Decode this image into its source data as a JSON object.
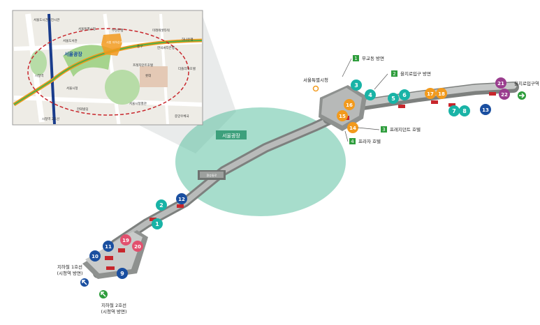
{
  "plaza": {
    "label": "서울광장"
  },
  "inset": {
    "plaza_label": "서울광장",
    "labels": {
      "library_pin": "서울도시건축전시관",
      "city_hall_pin": "서울특별시청",
      "bank_pin": "부산은행",
      "tower_pin": "미래에셋타워",
      "hana_pin": "하나은행",
      "library": "서울도서관",
      "station": "시청역",
      "exit_zone": "시청 지하상가",
      "president_hotel": "프레지던트호텔",
      "bank2": "한국씨티은행",
      "jongno": "중구",
      "lotte": "롯데",
      "plaza_hotel": "더플라자호텔",
      "seoul_tower": "서울시청",
      "hanwha": "한화빌딩",
      "post": "중앙우체국",
      "city_bottom": "서울시청별관",
      "bottom_station": "시청역 2호선"
    }
  },
  "stations": {
    "city_hall": "서울특별시청",
    "euljiro": "을지로입구역",
    "line1": "지하철 1호선\n(시청역 방면)",
    "line2": "지하철 2호선\n(시청역 방면)",
    "small_sign": "환승통로"
  },
  "callouts": [
    {
      "num": "1",
      "text": "무교동 방면"
    },
    {
      "num": "2",
      "text": "을지로입구 방면"
    },
    {
      "num": "3",
      "text": "프레지던트 호텔"
    },
    {
      "num": "4",
      "text": "프라자 호텔"
    }
  ],
  "exits": [
    {
      "n": "1",
      "color": "#19b3a6"
    },
    {
      "n": "2",
      "color": "#19b3a6"
    },
    {
      "n": "3",
      "color": "#19b3a6"
    },
    {
      "n": "4",
      "color": "#19b3a6"
    },
    {
      "n": "5",
      "color": "#19b3a6"
    },
    {
      "n": "6",
      "color": "#19b3a6"
    },
    {
      "n": "7",
      "color": "#19b3a6"
    },
    {
      "n": "8",
      "color": "#19b3a6"
    },
    {
      "n": "9",
      "color": "#1a4fa0"
    },
    {
      "n": "10",
      "color": "#1a4fa0"
    },
    {
      "n": "11",
      "color": "#1a4fa0"
    },
    {
      "n": "12",
      "color": "#1a4fa0"
    },
    {
      "n": "13",
      "color": "#1a4fa0"
    },
    {
      "n": "14",
      "color": "#f29a1d"
    },
    {
      "n": "15",
      "color": "#f29a1d"
    },
    {
      "n": "16",
      "color": "#f29a1d"
    },
    {
      "n": "17",
      "color": "#f29a1d"
    },
    {
      "n": "18",
      "color": "#f29a1d"
    },
    {
      "n": "19",
      "color": "#e2506e"
    },
    {
      "n": "20",
      "color": "#e2506e"
    },
    {
      "n": "21",
      "color": "#9a3d8e"
    },
    {
      "n": "22",
      "color": "#9a3d8e"
    }
  ],
  "colors": {
    "corridor": "#8e918f",
    "corridor_light": "#c9cbca",
    "plaza_fill": "#5fc1a3",
    "callout_green": "#2e9d3c",
    "route_orange": "#f29a1d",
    "line_blue": "#1a3c8c"
  }
}
